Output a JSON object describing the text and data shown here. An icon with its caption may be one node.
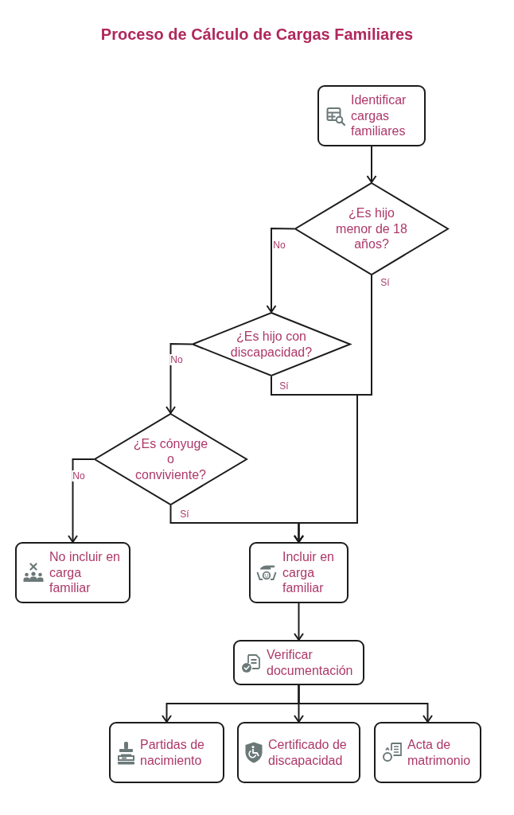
{
  "diagram": {
    "title": "Proceso de Cálculo de Cargas Familiares",
    "nodes": [
      {
        "text": [
          "Identificar cargas familiares"
        ]
      },
      {
        "text": [
          "¿Es hijo menor de 18 años?"
        ]
      },
      {
        "text": [
          "¿Es hijo con discapacidad?"
        ]
      },
      {
        "text": [
          "¿Es cónyuge o conviviente?"
        ]
      },
      {
        "text": [
          "No incluir en carga familiar"
        ]
      },
      {
        "text": [
          "Incluir en carga familiar"
        ]
      },
      {
        "text": [
          "Verificar documentación"
        ]
      },
      {
        "text": [
          "Partidas de nacimiento"
        ]
      },
      {
        "text": [
          "Certificado de discapacidad"
        ]
      },
      {
        "text": [
          "Acta de matrimonio"
        ]
      }
    ],
    "edges": [
      {
        "from": 0,
        "to": 1,
        "arrow": "to"
      },
      {
        "from": 1,
        "to": 2,
        "label": "No",
        "arrow": "to"
      },
      {
        "from": 1,
        "to": 5,
        "label": "Sí",
        "arrow": "to"
      },
      {
        "from": 2,
        "to": 3,
        "label": "No",
        "arrow": "to"
      },
      {
        "from": 2,
        "to": 5,
        "label": "Sí",
        "arrow": "to"
      },
      {
        "from": 3,
        "to": 4,
        "label": "No",
        "arrow": "to"
      },
      {
        "from": 3,
        "to": 5,
        "label": "Sí",
        "arrow": "to"
      },
      {
        "from": 5,
        "to": 6,
        "arrow": "to"
      },
      {
        "from": 6,
        "to": 7,
        "arrow": "to"
      },
      {
        "from": 6,
        "to": 8,
        "arrow": "to"
      },
      {
        "from": 6,
        "to": 9,
        "arrow": "to"
      }
    ]
  }
}
